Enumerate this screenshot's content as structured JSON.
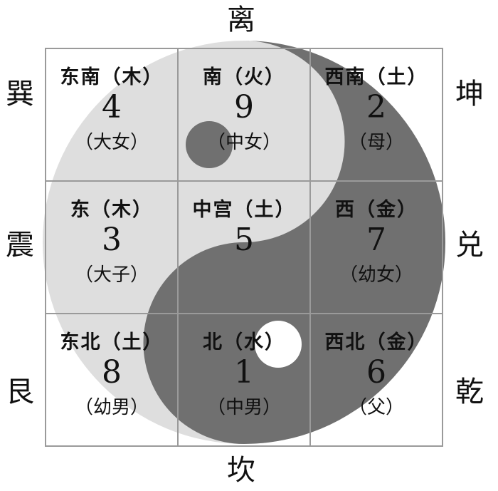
{
  "trigrams": {
    "top": "离",
    "bottom": "坎",
    "upper_left": "巽",
    "middle_left": "震",
    "lower_left": "艮",
    "upper_right": "坤",
    "middle_right": "兑",
    "lower_right": "乾"
  },
  "grid": [
    {
      "direction": "东南（木）",
      "number": "4",
      "family": "（大女）"
    },
    {
      "direction": "南（火）",
      "number": "9",
      "family": "（中女）"
    },
    {
      "direction": "西南（土）",
      "number": "2",
      "family": "（母）"
    },
    {
      "direction": "东（木）",
      "number": "3",
      "family": "（大子）"
    },
    {
      "direction": "中宫（土）",
      "number": "5",
      "family": ""
    },
    {
      "direction": "西（金）",
      "number": "7",
      "family": "（幼女）"
    },
    {
      "direction": "东北（土）",
      "number": "8",
      "family": "（幼男）"
    },
    {
      "direction": "北（水）",
      "number": "1",
      "family": "（中男）"
    },
    {
      "direction": "西北（金）",
      "number": "6",
      "family": "（父）"
    }
  ],
  "colors": {
    "yin": "#707070",
    "yang": "#dedede",
    "grid_line": "#9a9a9a"
  }
}
